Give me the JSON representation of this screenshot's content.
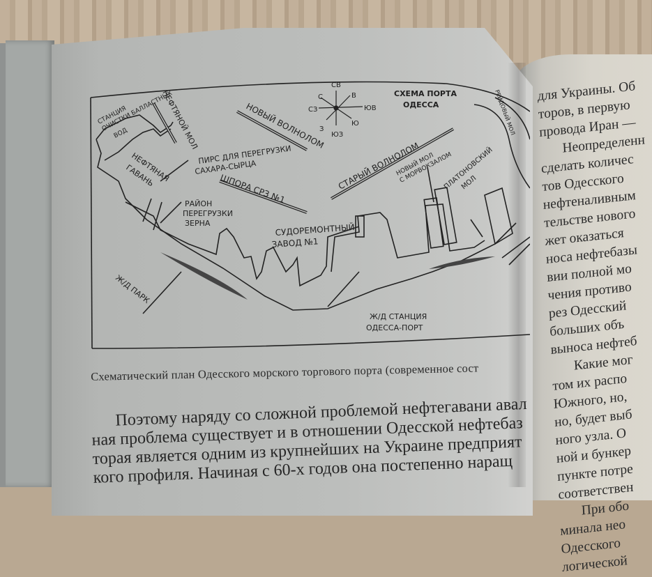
{
  "map": {
    "title_line1": "СХЕМА ПОРТА",
    "title_line2": "ОДЕССА",
    "compass": {
      "n": "СВ",
      "ne": "В",
      "e": "ЮВ",
      "se": "Ю",
      "s": "ЮЗ",
      "sw": "З",
      "w": "СЗ",
      "nw": "С"
    },
    "labels": {
      "station_line1": "СТАНЦИЯ",
      "station_line2": "ОЧИСТКИ БАЛЛАСТНЫХ",
      "station_line3": "ВОД",
      "oil_pier": "НЕФТЯНОЙ МОЛ",
      "oil_harbor_line1": "НЕФТЯНАЯ",
      "oil_harbor_line2": "ГАВАНЬ",
      "new_breakwater": "НОВЫЙ ВОЛНОЛОМ",
      "sugar_pier_line1": "ПИРС ДЛЯ ПЕРЕГРУЗКИ",
      "sugar_pier_line2": "САХАРА-СЫРЦА",
      "spur": "ШПОРА СРЗ №1",
      "grain_line1": "РАЙОН",
      "grain_line2": "ПЕРЕГРУЗКИ",
      "grain_line3": "ЗЕРНА",
      "old_breakwater": "СТАРЫЙ ВОЛНОЛОМ",
      "new_pier_line1": "НОВЫЙ МОЛ",
      "new_pier_line2": "С МОРВОКЗАЛОМ",
      "platonovsky_line1": "ПЛАТОНОВСКИЙ",
      "platonovsky_line2": "МОЛ",
      "raidovy": "РЕЙДОВЫЙ МОЛ",
      "shipyard_line1": "СУДОРЕМОНТНЫЙ",
      "shipyard_line2": "ЗАВОД №1",
      "rail_park": "Ж/Д ПАРК",
      "rail_station_line1": "Ж/Д СТАНЦИЯ",
      "rail_station_line2": "ОДЕССА-ПОРТ"
    }
  },
  "caption": "Схематический план Одесского морского торгового порта (современное сост",
  "body_lines": [
    "Поэтому наряду со сложной проблемой нефтегавани авал",
    "ная проблема существует и в отношении Одесской нефтебаз",
    "торая является одним из крупнейших на Украине предприят",
    "кого профиля. Начиная с 60-х годов она постепенно наращ"
  ],
  "right_page_lines": [
    {
      "text": "для Украины. Об",
      "indent": false
    },
    {
      "text": "торов, в первую",
      "indent": false
    },
    {
      "text": "провода Иран —",
      "indent": false
    },
    {
      "text": "Неопределенн",
      "indent": true
    },
    {
      "text": "сделать количес",
      "indent": false
    },
    {
      "text": "тов Одесского",
      "indent": false
    },
    {
      "text": "нефтеналивным",
      "indent": false
    },
    {
      "text": "тельстве нового",
      "indent": false
    },
    {
      "text": "жет оказаться",
      "indent": false
    },
    {
      "text": "носа нефтебазы",
      "indent": false
    },
    {
      "text": "вии полной мо",
      "indent": false
    },
    {
      "text": "чения противо",
      "indent": false
    },
    {
      "text": "рез Одесский",
      "indent": false
    },
    {
      "text": "больших объ",
      "indent": false
    },
    {
      "text": "выноса нефтеб",
      "indent": false
    },
    {
      "text": "Какие мог",
      "indent": true
    },
    {
      "text": "том их распо",
      "indent": false
    },
    {
      "text": "Южного, но,",
      "indent": false
    },
    {
      "text": "но, будет выб",
      "indent": false
    },
    {
      "text": "ного узла. О",
      "indent": false
    },
    {
      "text": "ной и бункер",
      "indent": false
    },
    {
      "text": "пункте потре",
      "indent": false
    },
    {
      "text": "соответствен",
      "indent": false
    },
    {
      "text": "При обо",
      "indent": true
    },
    {
      "text": "минала нео",
      "indent": false
    },
    {
      "text": "Одесского",
      "indent": false
    },
    {
      "text": "логической",
      "indent": false
    }
  ]
}
